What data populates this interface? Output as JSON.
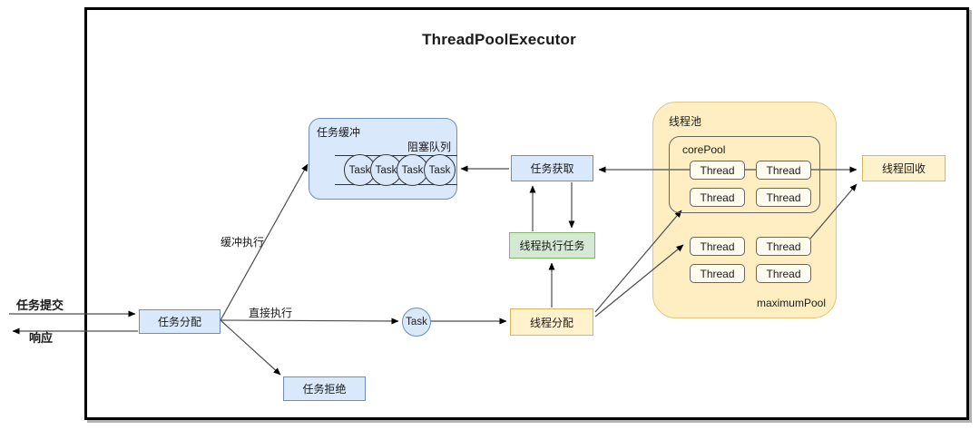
{
  "title": "ThreadPoolExecutor",
  "external": {
    "submit_label": "任务提交",
    "response_label": "响应"
  },
  "edge_labels": {
    "buffered_exec": "缓冲执行",
    "direct_exec": "直接执行"
  },
  "nodes": {
    "task_dispatch": "任务分配",
    "task_reject": "任务拒绝",
    "task_buffer": "任务缓冲",
    "blocking_queue": "阻塞队列",
    "queue_tasks": [
      "Task",
      "Task",
      "Task",
      "Task"
    ],
    "task_circle": "Task",
    "task_fetch": "任务获取",
    "thread_exec": "线程执行任务",
    "thread_dispatch": "线程分配",
    "thread_recycle": "线程回收",
    "thread_pool": "线程池",
    "core_pool": "corePool",
    "maximum_pool": "maximumPool",
    "core_threads": [
      "Thread",
      "Thread",
      "Thread",
      "Thread"
    ],
    "max_threads": [
      "Thread",
      "Thread",
      "Thread",
      "Thread"
    ]
  },
  "colors": {
    "blue_fill": "#dae8fc",
    "blue_stroke": "#6c8ebf",
    "green_fill": "#d5e8d4",
    "green_stroke": "#82b366",
    "yellow_fill": "#fff2cc",
    "yellow_stroke": "#d6b656",
    "pool_fill": "#ffeec2",
    "pool_stroke": "#e3c685",
    "thread_fill": "#fffbee",
    "thread_stroke": "#666666",
    "wire": "#4d4d4d",
    "frame": "#000000"
  }
}
